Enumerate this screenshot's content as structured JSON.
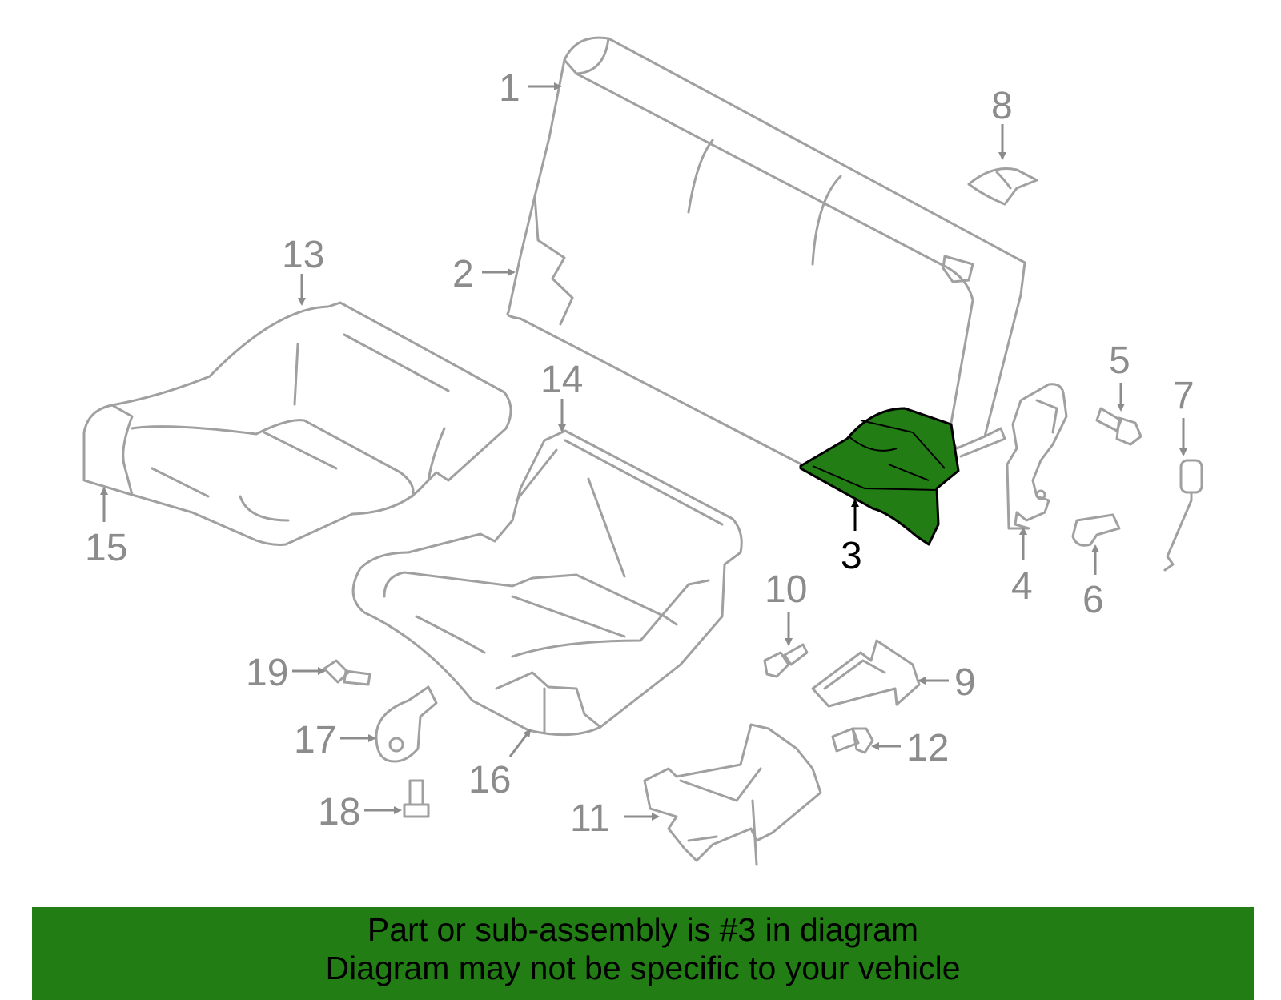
{
  "diagram": {
    "labels": [
      "1",
      "2",
      "3",
      "4",
      "5",
      "6",
      "7",
      "8",
      "9",
      "10",
      "11",
      "12",
      "13",
      "14",
      "15",
      "16",
      "17",
      "18",
      "19"
    ],
    "highlight_label": "3",
    "colors": {
      "highlight": "#217d14",
      "outline": "#a0a0a0",
      "label": "#8c8c8c"
    }
  },
  "banner": {
    "line1": "Part or sub-assembly is #3 in diagram",
    "line2": "Diagram may not be specific to your vehicle"
  }
}
